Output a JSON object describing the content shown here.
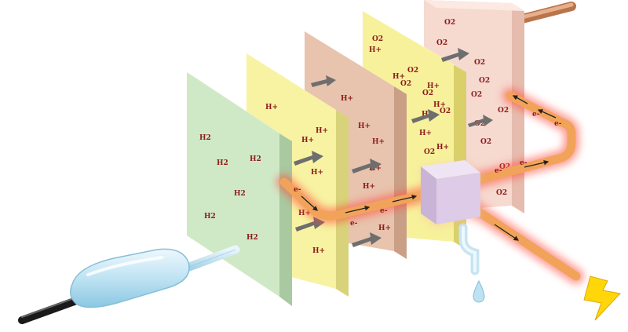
{
  "diagram": {
    "plate_labels": {
      "hydrogen_plate": [
        "H2",
        "H2",
        "H2",
        "H2",
        "H2",
        "H2"
      ],
      "anode_plate": [
        "H+",
        "H+",
        "H+",
        "H+",
        "H+",
        "H+"
      ],
      "membrane_plate": [
        "H+",
        "H+",
        "H+",
        "H+",
        "H+",
        "H+"
      ],
      "cathode_plate": [
        "O2",
        "H+",
        "O2",
        "H+",
        "O2",
        "H+",
        "O2",
        "H+",
        "H+",
        "O2",
        "H+",
        "O2",
        "H+"
      ],
      "oxygen_plate": [
        "O2",
        "O2",
        "O2",
        "O2",
        "O2",
        "O2",
        "O2",
        "O2",
        "O2",
        "O2"
      ]
    },
    "electron_labels": [
      "e-",
      "e-",
      "e-",
      "e-",
      "e-",
      "e-",
      "e-"
    ],
    "colors": {
      "hydrogen_plate": "#cfe9c6",
      "anode_plate": "#f7f3a2",
      "membrane_plate": "#e8c3ad",
      "cathode_plate": "#f7f19b",
      "oxygen_plate": "#f6d9cf",
      "text_red": "#8b1a1a",
      "wire_orange": "#f2a35a",
      "wire_glow": "#ff4a3a",
      "arrow_gray": "#6e6e6e",
      "bolt_yellow": "#ffd60a"
    },
    "icons": [
      "gas-bottle-icon",
      "load-cube-icon",
      "water-drop-icon",
      "lightning-bolt-icon"
    ]
  }
}
